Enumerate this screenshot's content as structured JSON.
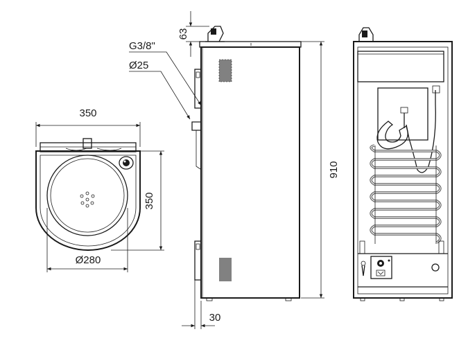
{
  "dimensions": {
    "basin_width": "350",
    "basin_depth": "350",
    "bowl_diameter": "Ø280",
    "thread_size": "G3/8\"",
    "pipe_diameter": "Ø25",
    "spout_height": "63",
    "overall_height": "910",
    "wall_offset": "30"
  },
  "colors": {
    "line": "#1a1a1a",
    "background": "#ffffff",
    "coil": "#555555"
  }
}
